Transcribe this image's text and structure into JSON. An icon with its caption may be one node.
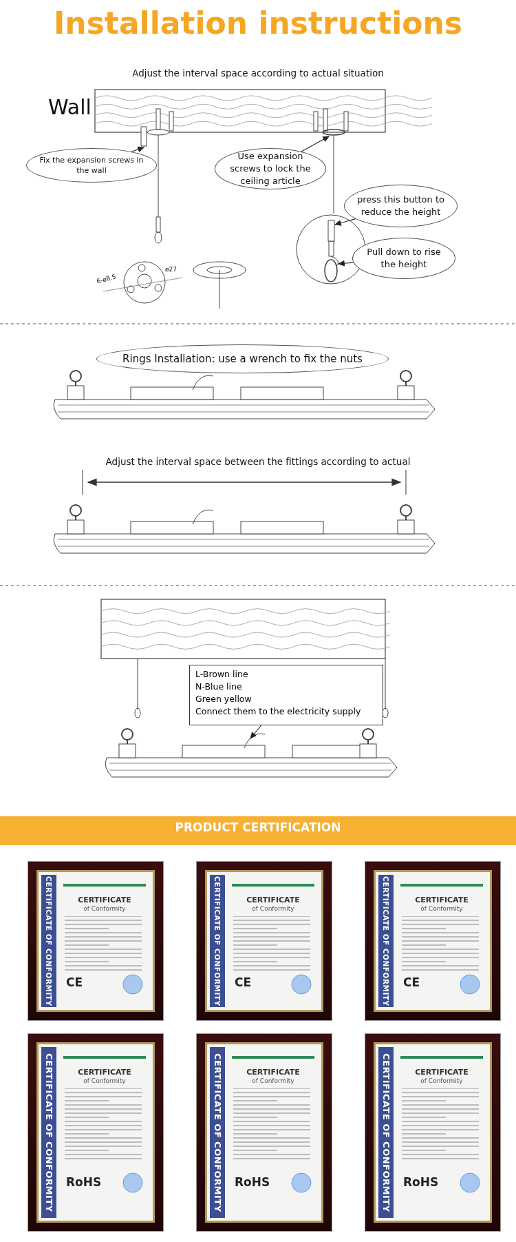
{
  "diagram": {
    "title": "Installation instructions",
    "nodes": [
      {
        "text": [
          "Fix the expansion screws in the wall"
        ]
      },
      {
        "text": [
          "Use expansion screws to lock the ceiling article"
        ]
      },
      {
        "text": [
          "press this button to reduce the height"
        ]
      },
      {
        "text": [
          "Pull down to rise the height"
        ]
      },
      {
        "text": [
          "Rings Installation: use a wrench to fix the nuts"
        ]
      },
      {
        "text": [
          "L-Brown line",
          "N-Blue line",
          "Green yellow",
          "Connect them to the electricity supply"
        ]
      },
      {
        "text": [
          "CERTIFICATE OF CONFORMITY",
          "CERTIFICATE",
          "of Conformity",
          "CE"
        ]
      },
      {
        "text": [
          "CERTIFICATE OF CONFORMITY",
          "CERTIFICATE",
          "of Conformity",
          "CE"
        ]
      },
      {
        "text": [
          "CERTIFICATE OF CONFORMITY",
          "CERTIFICATE",
          "of Conformity",
          "CE"
        ]
      },
      {
        "text": [
          "CERTIFICATE OF CONFORMITY",
          "CERTIFICATE",
          "of Conformity",
          "RoHS"
        ]
      },
      {
        "text": [
          "CERTIFICATE OF CONFORMITY",
          "CERTIFICATE",
          "of Conformity",
          "RoHS"
        ]
      },
      {
        "text": [
          "CERTIFICATE OF CONFORMITY",
          "CERTIFICATE",
          "of Conformity",
          "RoHS"
        ]
      },
      {
        "text": [],
        "shape": "bar"
      },
      {
        "text": [],
        "shape": "circle"
      },
      {
        "text": [],
        "shape": "bar"
      },
      {
        "text": [],
        "shape": "circle"
      },
      {
        "text": [],
        "shape": "picture"
      }
    ],
    "edges": [
      {
        "from": 0,
        "to": 12,
        "arrow": "to"
      },
      {
        "from": 1,
        "to": 13,
        "arrow": "to"
      },
      {
        "from": 2,
        "to": 14,
        "arrow": "to"
      },
      {
        "from": 3,
        "to": 15,
        "arrow": "to"
      },
      {
        "from": 5,
        "to": 16,
        "arrow": "to"
      }
    ],
    "labels": [
      "Adjust the interval space according to actual situation",
      "Wall",
      "6-ø8.5",
      "ø27",
      "Adjust the interval space between the fittings according to actual",
      "PRODUCT CERTIFICATION"
    ]
  }
}
